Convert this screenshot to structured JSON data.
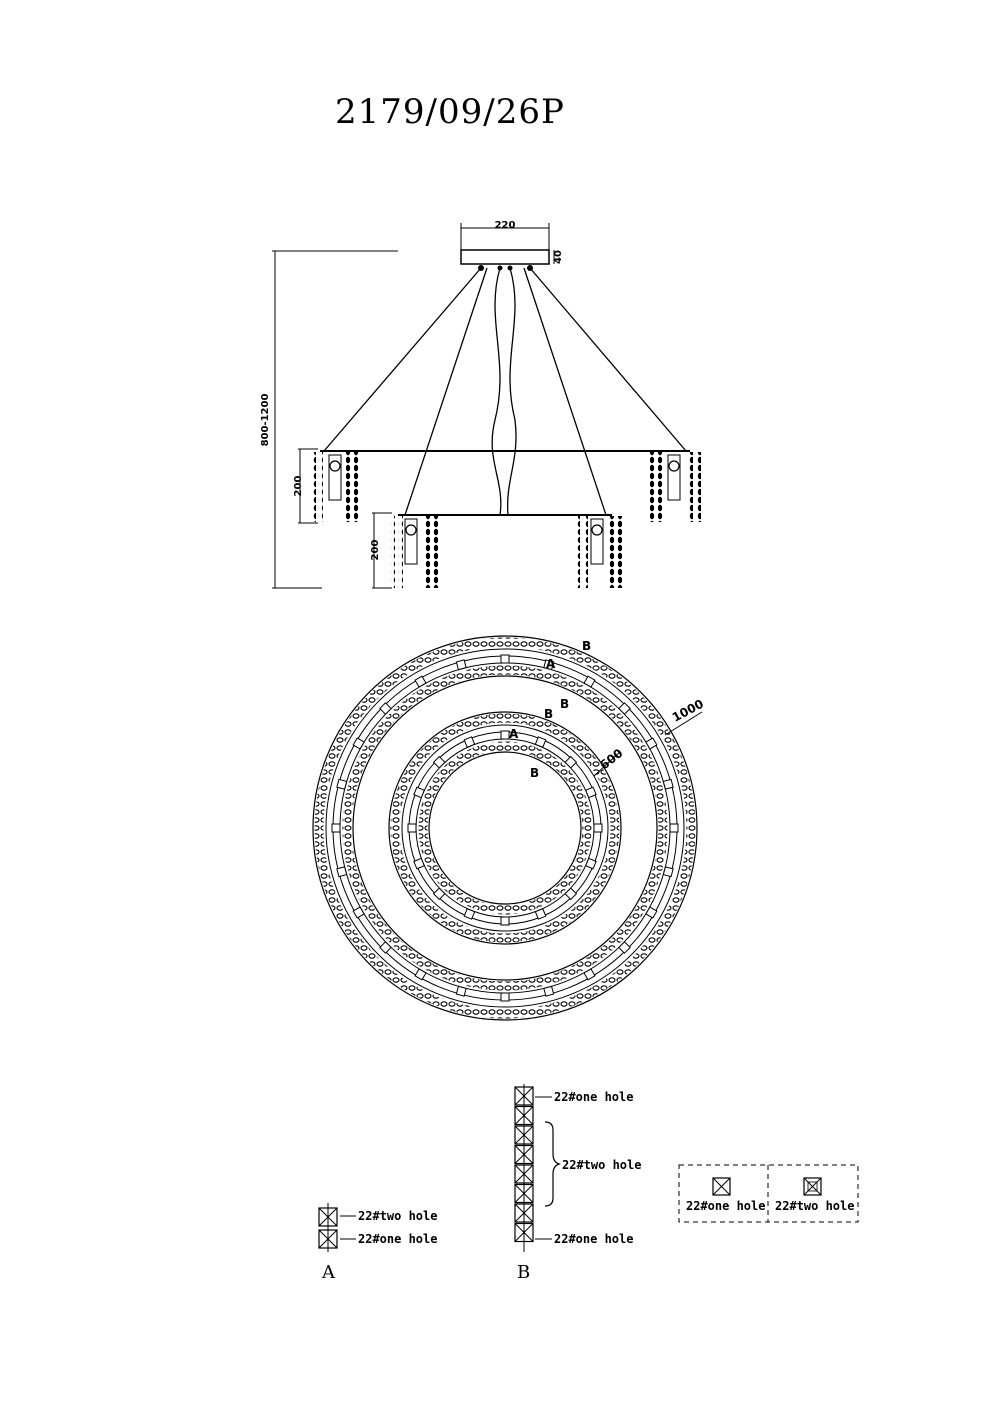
{
  "title": "2179/09/26P",
  "side_view": {
    "canopy_width": "220",
    "canopy_height": "40",
    "total_height": "800-1200",
    "outer_ring_height": "200",
    "inner_ring_height": "200"
  },
  "top_view": {
    "outer_diameter": "1000",
    "inner_diameter": "600",
    "markers": [
      "B",
      "A",
      "B",
      "B",
      "A",
      "B"
    ]
  },
  "legend": {
    "detail_a": {
      "letter": "A",
      "two_hole": "22#two hole",
      "one_hole": "22#one hole"
    },
    "detail_b": {
      "letter": "B",
      "top_one_hole": "22#one hole",
      "middle_two_hole": "22#two hole",
      "bottom_one_hole": "22#one hole"
    },
    "key": {
      "one_hole": "22#one hole",
      "two_hole": "22#two hole"
    }
  }
}
